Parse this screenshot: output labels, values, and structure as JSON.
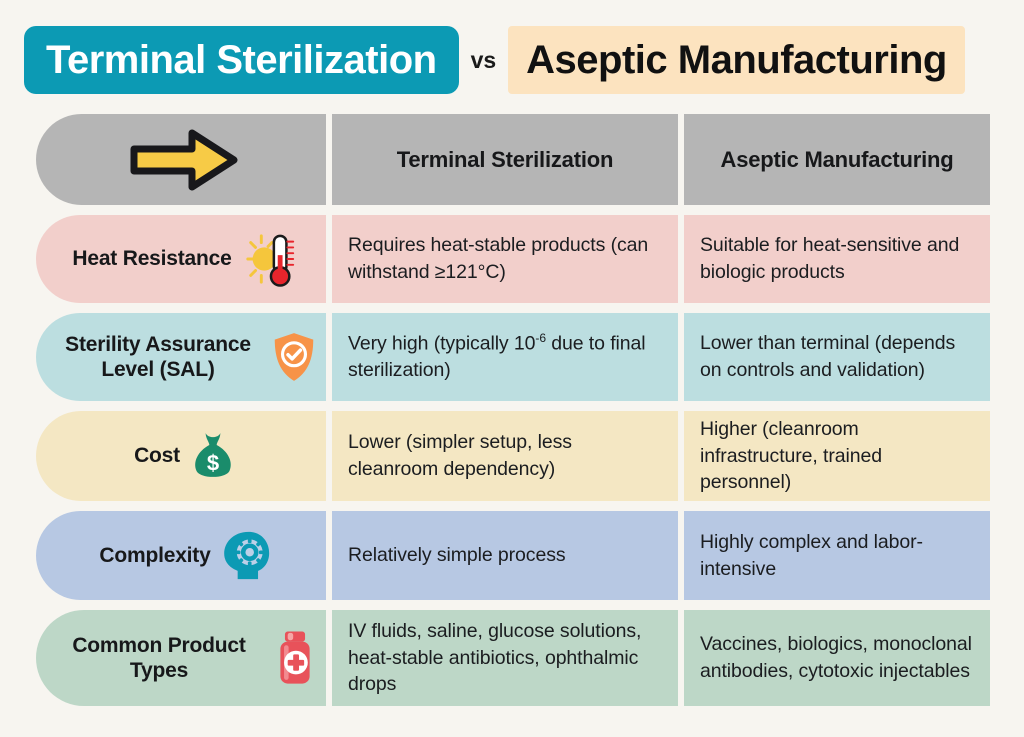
{
  "title": {
    "left_badge": "Terminal Sterilization",
    "vs": "vs",
    "right_badge": "Aseptic Manufacturing",
    "left_badge_color": "#0C9AB4",
    "right_badge_color": "#FCE3BF"
  },
  "table": {
    "header": {
      "label_icon": "arrow-right-icon",
      "col2": "Terminal Sterilization",
      "col3": "Aseptic Manufacturing",
      "color": "#B5B5B5"
    },
    "rows": [
      {
        "label": "Heat Resistance",
        "icon": "thermometer-sun-icon",
        "color": "#F2CFCB",
        "terminal": "Requires heat-stable products (can withstand ≥121°C)",
        "aseptic": "Suitable for heat-sensitive and biologic products"
      },
      {
        "label": "Sterility Assurance Level (SAL)",
        "icon": "shield-check-icon",
        "color": "#BCDEE0",
        "terminal_prefix": "Very high (typically 10",
        "terminal_sup": "-6",
        "terminal_suffix": " due to final sterilization)",
        "terminal": "Very high (typically 10-6 due to final sterilization)",
        "aseptic": "Lower than terminal (depends on controls and validation)"
      },
      {
        "label": "Cost",
        "icon": "money-bag-icon",
        "color": "#F4E7C3",
        "terminal": "Lower (simpler setup, less cleanroom dependency)",
        "aseptic": "Higher (cleanroom infrastructure, trained personnel)"
      },
      {
        "label": "Complexity",
        "icon": "head-gear-icon",
        "color": "#B7C8E3",
        "terminal": "Relatively simple process",
        "aseptic": "Highly complex and labor-intensive"
      },
      {
        "label": "Common Product Types",
        "icon": "medicine-bottle-icon",
        "color": "#BDD7C7",
        "terminal": "IV fluids, saline, glucose solutions, heat-stable antibiotics, ophthalmic drops",
        "aseptic": "Vaccines, biologics, monoclonal antibodies, cytotoxic injectables"
      }
    ]
  },
  "palette": {
    "background": "#F7F5F0",
    "teal": "#0C9AB4",
    "peach": "#FCE3BF",
    "arrow_yellow": "#F7CB46",
    "orange": "#F79348",
    "green": "#1A8C6B",
    "red": "#E8525A"
  }
}
